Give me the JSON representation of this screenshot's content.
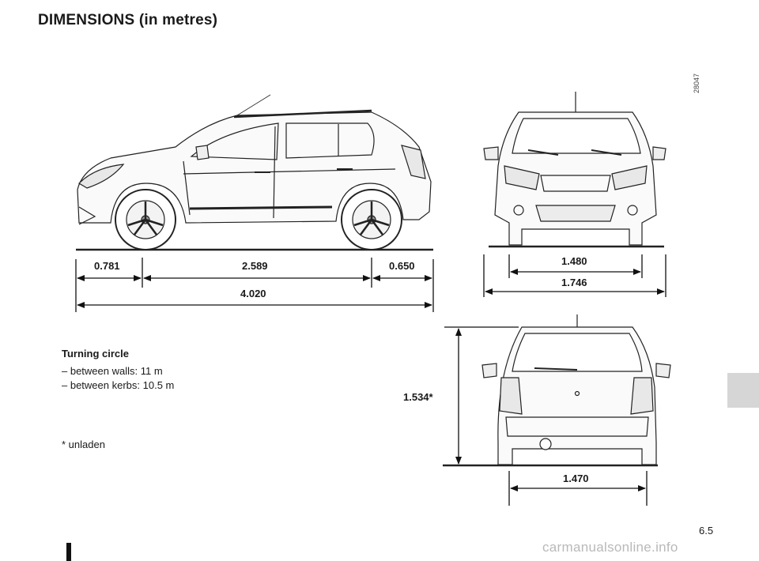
{
  "title": "DIMENSIONS (in metres)",
  "reference_code": "28047",
  "dimensions": {
    "front_overhang": "0.781",
    "wheelbase": "2.589",
    "rear_overhang": "0.650",
    "overall_length": "4.020",
    "front_track": "1.480",
    "overall_width": "1.746",
    "height": "1.534*",
    "rear_track": "1.470"
  },
  "turning_circle": {
    "title": "Turning circle",
    "lines": [
      "–  between walls: 11 m",
      "–  between kerbs: 10.5 m"
    ]
  },
  "footnote": "* unladen",
  "page_number": "6.5",
  "watermark": "carmanualsonline.info"
}
